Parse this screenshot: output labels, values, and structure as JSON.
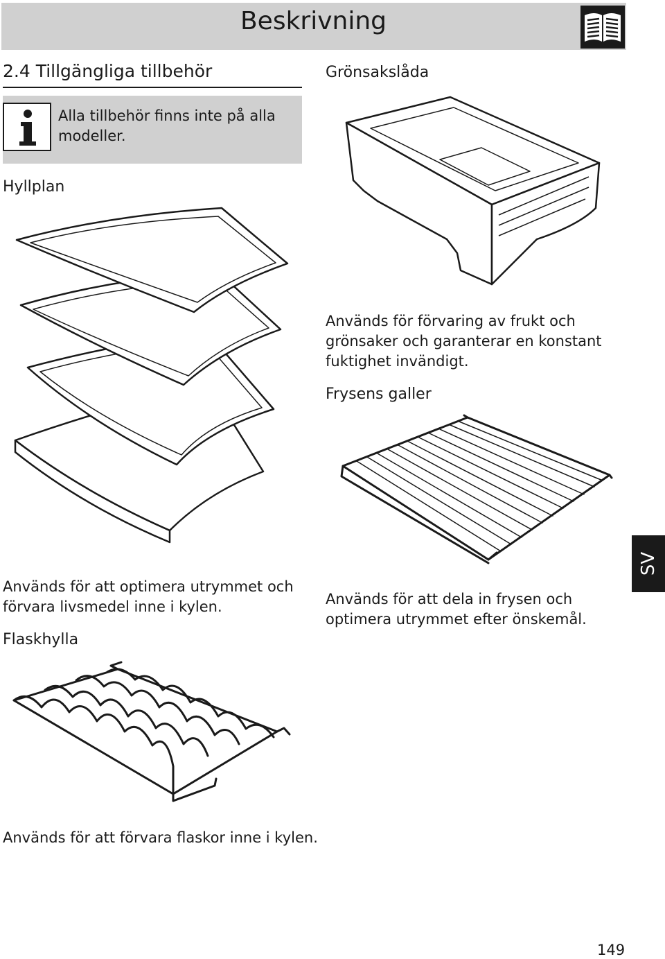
{
  "header": {
    "title": "Beskrivning",
    "icon": "book-icon"
  },
  "section": {
    "heading": "2.4 Tillgängliga tillbehör"
  },
  "note": {
    "icon": "info-icon",
    "text": "Alla tillbehör finns inte på alla modeller."
  },
  "items": {
    "shelves": {
      "title": "Hyllplan",
      "description": "Används för att optimera utrymmet och förvara livsmedel inne i kylen."
    },
    "bottle_rack": {
      "title": "Flaskhylla",
      "description": "Används för att förvara flaskor inne i kylen."
    },
    "crisper": {
      "title": "Grönsakslåda",
      "description": "Används för förvaring av frukt och grönsaker och garanterar en konstant fuktighet invändigt."
    },
    "freezer_grid": {
      "title": "Frysens galler",
      "description": "Används för att dela in frysen och optimera utrymmet efter önskemål."
    }
  },
  "language_tab": "SV",
  "page_number": "149"
}
